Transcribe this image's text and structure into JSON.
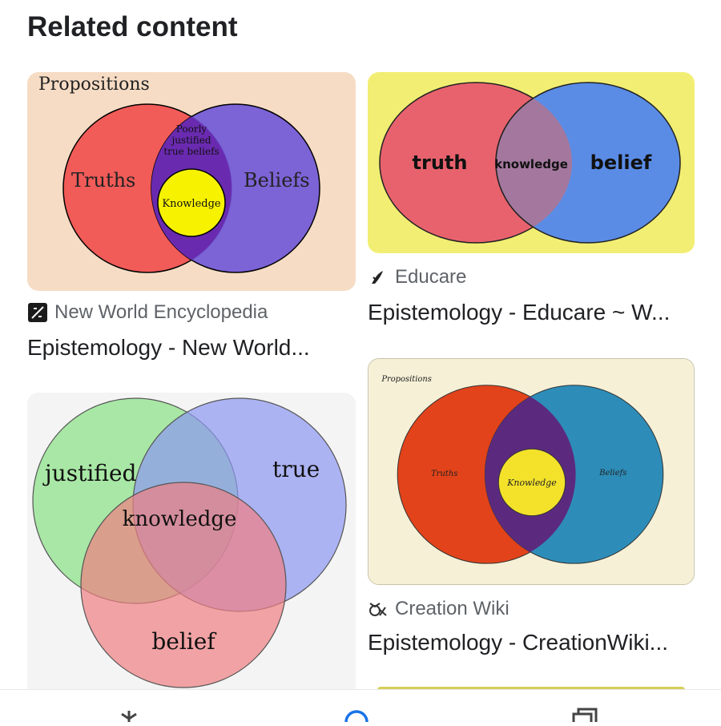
{
  "section": {
    "title": "Related content"
  },
  "cards": [
    {
      "source": "New World Encyclopedia",
      "title": "Epistemology - New World...",
      "diagram": {
        "heading": "Propositions",
        "left": "Truths",
        "right": "Beliefs",
        "overlap_line1": "Poorly",
        "overlap_line2": "justified",
        "overlap_line3": "true beliefs",
        "center": "Knowledge"
      }
    },
    {
      "source": "Educare",
      "title": "Epistemology - Educare ~ W...",
      "diagram": {
        "left": "truth",
        "center": "knowledge",
        "right": "belief"
      }
    },
    {
      "source": "",
      "title": "",
      "diagram": {
        "top_left": "justified",
        "top_right": "true",
        "bottom": "belief",
        "center": "knowledge"
      }
    },
    {
      "source": "Creation Wiki",
      "title": "Epistemology - CreationWiki...",
      "diagram": {
        "heading": "Propositions",
        "left": "Truths",
        "right": "Beliefs",
        "center": "Knowledge"
      }
    }
  ],
  "colors": {
    "peach": "#f6dcc4",
    "red": "#f15b58",
    "blue_purple": "#6f55d8",
    "yellow": "#f7f200",
    "educare_bg": "#f2ee73",
    "educare_red": "#e8626d",
    "educare_blue": "#5a8ce6",
    "cw_bg": "#f6f0d7",
    "cw_red": "#e2431a",
    "cw_blue": "#2d8db8"
  },
  "nav": {
    "icons": [
      "discover-icon",
      "search-icon",
      "collections-icon"
    ]
  }
}
